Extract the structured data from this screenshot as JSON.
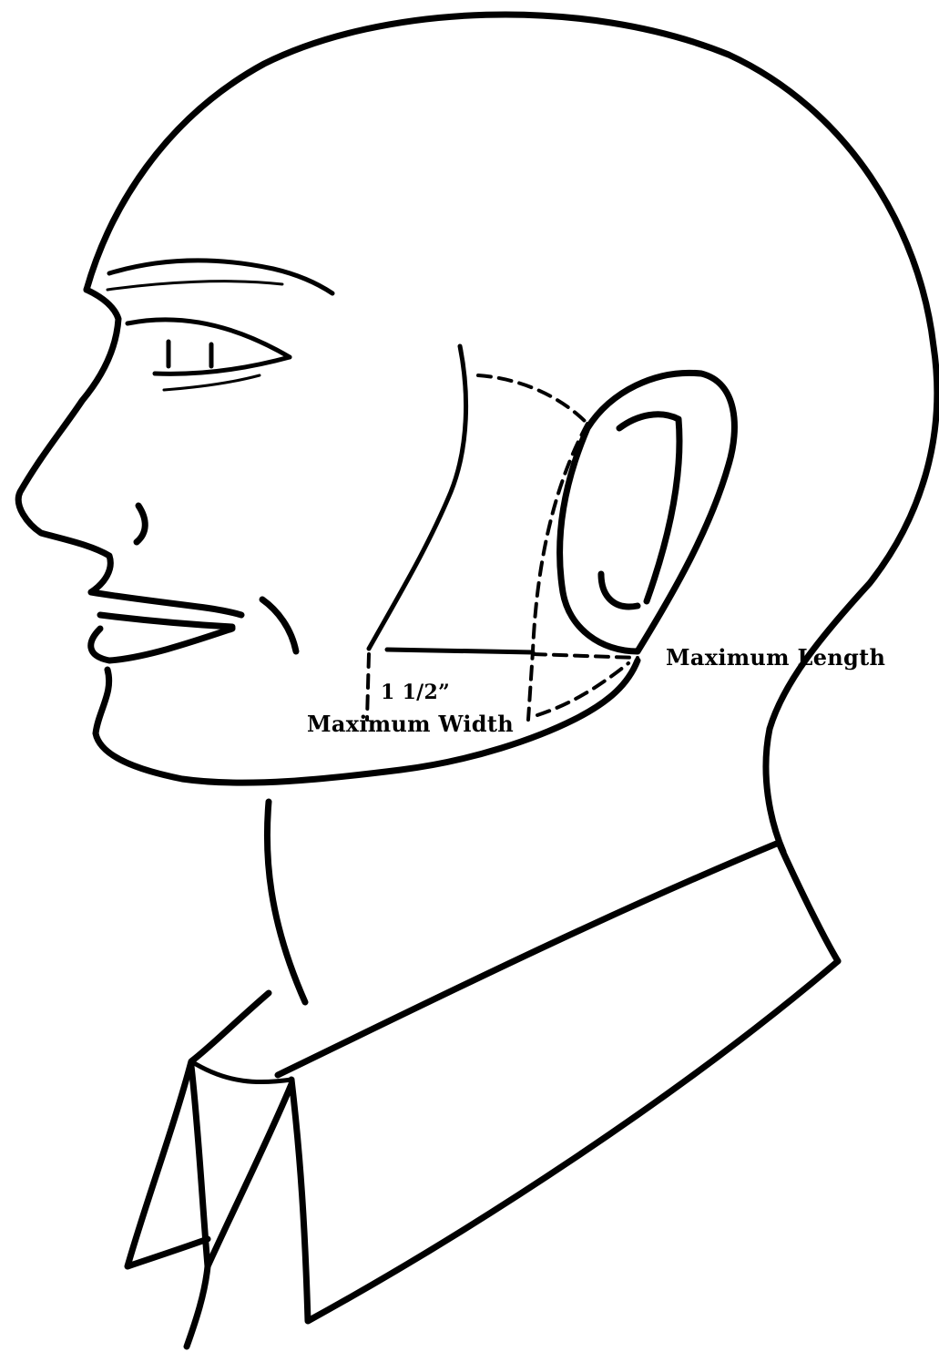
{
  "diagram": {
    "labels": {
      "maximum_length": "Maximum Length",
      "maximum_width": "Maximum Width",
      "width_dimension": "1 1/2”"
    },
    "colors": {
      "ink": "#000000",
      "paper": "#ffffff"
    }
  }
}
